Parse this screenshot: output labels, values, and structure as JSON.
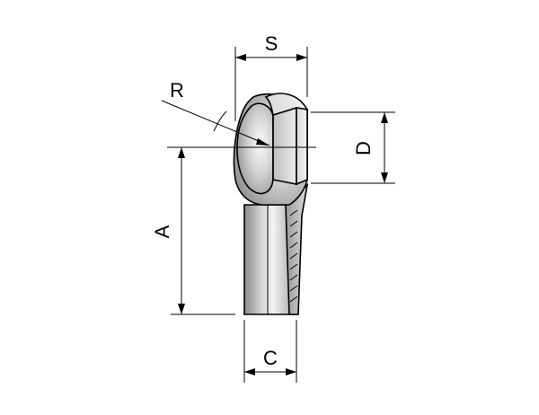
{
  "drawing": {
    "labels": {
      "s": "S",
      "r": "R",
      "d": "D",
      "a": "A",
      "c": "C"
    },
    "colors": {
      "ink": "#000000",
      "metal_dark": "#7c7c7c",
      "metal_mid": "#b9b9b9",
      "metal_light": "#ededed",
      "cone": "#d6d6d6"
    }
  }
}
